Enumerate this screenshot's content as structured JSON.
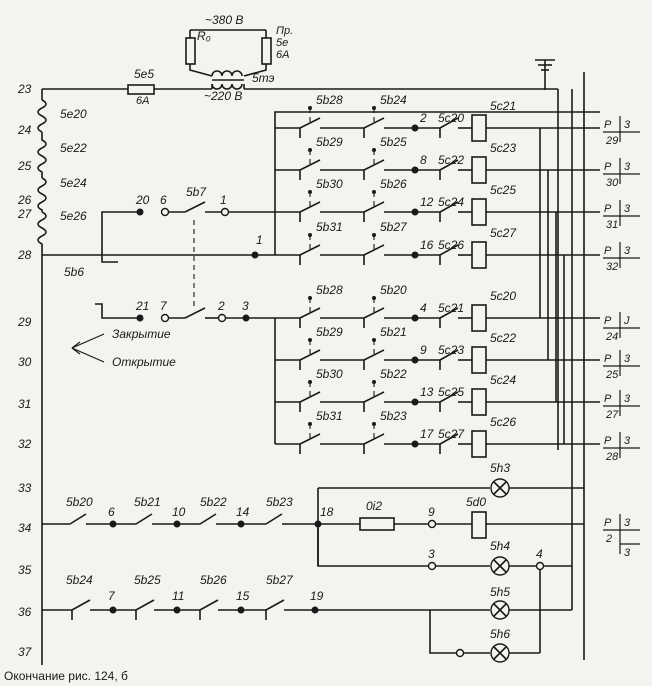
{
  "top": {
    "v380": "~380 В",
    "v220": "~220 В",
    "r0": "R₀",
    "pr_label": "Пр.",
    "pr_5e": "5е",
    "pr_6a": "6А",
    "fuse": "5е5",
    "fuse_rating": "6А",
    "transformer": "5тэ"
  },
  "row_numbers": [
    "23",
    "24",
    "25",
    "26",
    "27",
    "28",
    "29",
    "30",
    "31",
    "32",
    "33",
    "34",
    "35",
    "36",
    "37"
  ],
  "left_chain": [
    "5е20",
    "5е22",
    "5е24",
    "5е26"
  ],
  "contacts": {
    "b6": "5b6",
    "b7": "5b7",
    "n20": "20",
    "n6": "6",
    "n1a": "1",
    "n1b": "1",
    "n21": "21",
    "n7": "7",
    "n2": "2",
    "n3": "3"
  },
  "directions": {
    "close": "Закрытие",
    "open": "Открытие"
  },
  "upper_block": [
    {
      "a": "5b28",
      "b": "5b24",
      "node": "2",
      "contact": "5с20",
      "coil": "5с21"
    },
    {
      "a": "5b29",
      "b": "5b25",
      "node": "8",
      "contact": "5с22",
      "coil": "5с23"
    },
    {
      "a": "5b30",
      "b": "5b26",
      "node": "12",
      "contact": "5с24",
      "coil": "5с25"
    },
    {
      "a": "5b31",
      "b": "5b27",
      "node": "16",
      "contact": "5с26",
      "coil": "5с27"
    }
  ],
  "lower_block": [
    {
      "a": "5b28",
      "b": "5b20",
      "node": "4",
      "contact": "5с21",
      "coil": "5с20"
    },
    {
      "a": "5b29",
      "b": "5b21",
      "node": "9",
      "contact": "5с23",
      "coil": "5с22"
    },
    {
      "a": "5b30",
      "b": "5b22",
      "node": "13",
      "contact": "5с25",
      "coil": "5с24"
    },
    {
      "a": "5b31",
      "b": "5b23",
      "node": "17",
      "contact": "5с27",
      "coil": "5с26"
    }
  ],
  "refs": [
    {
      "p": "P",
      "n": "3",
      "d": "29"
    },
    {
      "p": "P",
      "n": "3",
      "d": "30"
    },
    {
      "p": "P",
      "n": "3",
      "d": "31"
    },
    {
      "p": "P",
      "n": "3",
      "d": "32"
    },
    {
      "p": "P",
      "n": "J",
      "d": "24"
    },
    {
      "p": "P",
      "n": "3",
      "d": "25"
    },
    {
      "p": "P",
      "n": "3",
      "d": "27"
    },
    {
      "p": "P",
      "n": "3",
      "d": "28"
    },
    {
      "p": "P",
      "n": "3",
      "d": "2",
      "e": "3"
    }
  ],
  "row34": {
    "s1": "5b20",
    "s2": "5b21",
    "s3": "5b22",
    "s4": "5b23",
    "n6": "6",
    "n10": "10",
    "n14": "14",
    "n18": "18",
    "resistor": "0i2",
    "n9": "9",
    "coil": "5d0"
  },
  "row36": {
    "s1": "5b24",
    "s2": "5b25",
    "s3": "5b26",
    "s4": "5b27",
    "n7": "7",
    "n11": "11",
    "n15": "15",
    "n19": "19"
  },
  "lamps": {
    "h3": "5h3",
    "h4": "5h4",
    "h5": "5h5",
    "h6": "5h6",
    "n3": "3",
    "n4": "4"
  },
  "caption": "Окончание рис. 124, б"
}
